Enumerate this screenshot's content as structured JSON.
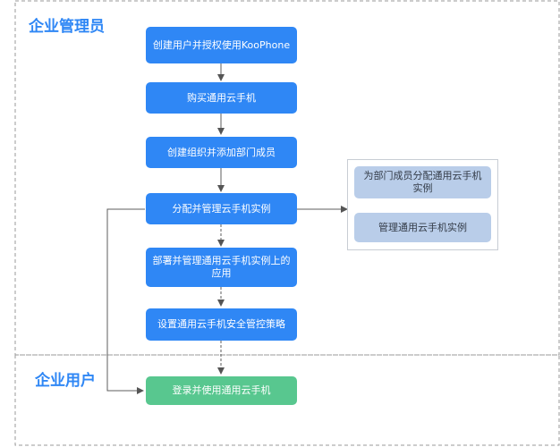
{
  "lanes": {
    "admin_label": "企业管理员",
    "user_label": "企业用户"
  },
  "steps": {
    "create_user": "创建用户并授权使用KooPhone",
    "buy_phone": "购买通用云手机",
    "create_org": "创建组织并添加部门成员",
    "assign_manage": "分配并管理云手机实例",
    "deploy_apps": "部署并管理通用云手机实例上的应用",
    "security_policy": "设置通用云手机安全管控策略",
    "login_use": "登录并使用通用云手机"
  },
  "sub_steps": {
    "assign_members": "为部门成员分配通用云手机实例",
    "manage_instances": "管理通用云手机实例"
  },
  "colors": {
    "lane_label": "#2f87f5",
    "primary_box": "#2f87f5",
    "secondary_box": "#b9cde9",
    "user_box": "#58c78f",
    "arrow": "#5c5c5c",
    "lane_border": "#9a9a9a"
  }
}
